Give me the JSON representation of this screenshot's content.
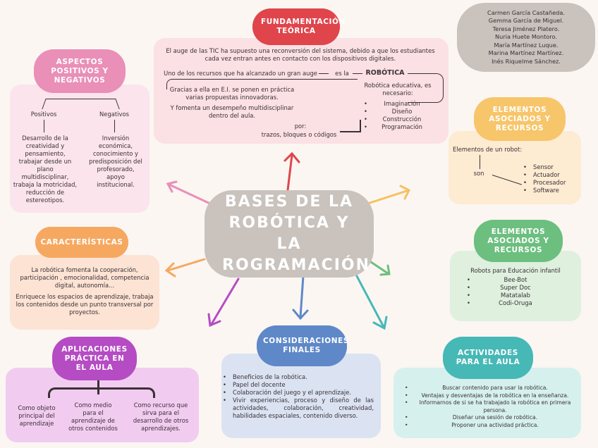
{
  "center": {
    "title": "BASES DE LA ROBÓTICA Y LA ROGRAMACIÓN"
  },
  "fundamentacion": {
    "title": "FUNDAMENTACIÓN TEÓRICA",
    "intro": "El auge de las TIC ha supuesto una reconversión del sistema, debido a que los estudiantes cada vez entran antes en contacto con los dispositivos digitales.",
    "line1": "Uno de los recursos que ha alcanzado un gran auge",
    "es_la": "es la",
    "robotica": "ROBÓTICA",
    "gracias": "Gracias a ella en E.I. se ponen en práctica varias propuestas innovadoras.",
    "fomenta": "Y fomenta un desempeño multidisciplinar dentro del aula.",
    "educativo": "Robótica educativa, es necesario:",
    "items": [
      "Imaginación",
      "Diseño",
      "Construcción",
      "Programación"
    ],
    "por": "por:",
    "trazos": "trazos, bloques o códigos"
  },
  "authors": [
    "Carmen García Castañeda.",
    "Gemma García de Miguel.",
    "Teresa Jiménez Platero.",
    "Nuria Huete Montoro.",
    "María Martínez Luque.",
    "Marina Martínez Martínez.",
    "Inés Riquelme Sánchez."
  ],
  "aspectos": {
    "title": "ASPECTOS POSITIVOS Y NEGATIVOS",
    "pos_label": "Positivos",
    "neg_label": "Negativos",
    "pos_text": "Desarrollo de la creatividad y pensamiento, trabajar desde un plano multidisciplinar, trabaja la motricidad, reducción de estereotipos.",
    "neg_text": "Inversión económica, conocimiento y predisposición del profesorado, apoyo institucional."
  },
  "elementos1": {
    "title": "ELEMENTOS ASOCIADOS Y RECURSOS",
    "intro": "Elementos de un robot:",
    "son": "son",
    "items": [
      "Sensor",
      "Actuador",
      "Procesador",
      "Software"
    ]
  },
  "caracteristicas": {
    "title": "CARACTERÍSTICAS",
    "p1": "La robótica fomenta la cooperación, participación , emocionalidad, competencia digital, autonomía...",
    "p2": "Enriquece los espacios de aprendizaje, trabaja los contenidos desde un punto transversal por proyectos."
  },
  "elementos2": {
    "title": "ELEMENTOS ASOCIADOS Y RECURSOS",
    "intro": "Robots para Educación infantil",
    "items": [
      "Bee-Bot",
      "Super Doc",
      "Matatalab",
      "Codi-Oruga"
    ]
  },
  "aplicaciones": {
    "title": "APLICACIONES PRÁCTICA EN EL AULA",
    "col1": "Como objeto principal del aprendizaje",
    "col2": "Como medio para el aprendizaje de otros contenidos",
    "col3": "Como recurso que sirva para el desarrollo de otros aprendizajes."
  },
  "consideraciones": {
    "title": "CONSIDERACIONES FINALES",
    "items": [
      "Beneficios de la robótica.",
      "Papel del docente",
      "Colaboración del juego y el aprendizaje.",
      "Vivir experiencias, proceso y diseño de las actividades, colaboración, creatividad, habilidades espaciales, contenido diverso."
    ]
  },
  "actividades": {
    "title": "ACTIVIDADES PARA EL AULA",
    "items": [
      "Buscar contenido para usar la robótica.",
      "Ventajas y desventajas de la robótica en la enseñanza.",
      "Informarnos de si se ha trabajado la robótica en primera persona.",
      "Diseñar una sesión de robótica.",
      "Proponer una actividad práctica."
    ]
  },
  "colors": {
    "pink": "#fbe1e3",
    "red": "#e0454c",
    "mauve": "#e98fb8",
    "orange": "#f6a860",
    "green": "#6cbf7f",
    "blue": "#5e88c8",
    "purple": "#b54cc4",
    "teal": "#46b8b6",
    "gray": "#c9c2bd"
  }
}
